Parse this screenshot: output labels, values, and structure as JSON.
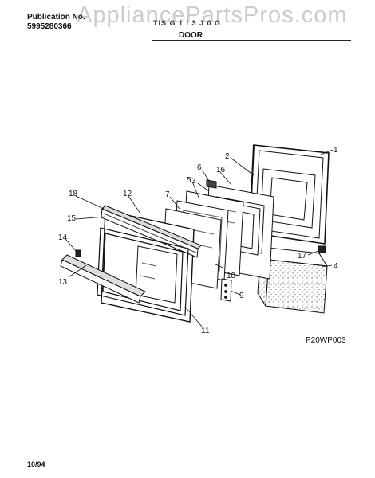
{
  "header": {
    "publication_label": "Publication No.",
    "publication_number": "5995280366",
    "model_text": "TIS G 1 I 3 J 0 G",
    "section_title": "DOOR"
  },
  "watermark": "AppliancePartsPros.com",
  "figure_id": "P20WP003",
  "date": "10/94",
  "callouts": [
    {
      "id": "c1",
      "text": "1"
    },
    {
      "id": "c2",
      "text": "2"
    },
    {
      "id": "c3",
      "text": "3"
    },
    {
      "id": "c4",
      "text": "4"
    },
    {
      "id": "c5",
      "text": "5"
    },
    {
      "id": "c6",
      "text": "6"
    },
    {
      "id": "c7",
      "text": "7"
    },
    {
      "id": "c9",
      "text": "9"
    },
    {
      "id": "c10",
      "text": "10"
    },
    {
      "id": "c11",
      "text": "11"
    },
    {
      "id": "c12",
      "text": "12"
    },
    {
      "id": "c13",
      "text": "13"
    },
    {
      "id": "c14",
      "text": "14"
    },
    {
      "id": "c15",
      "text": "15"
    },
    {
      "id": "c16",
      "text": "16"
    },
    {
      "id": "c17",
      "text": "17"
    },
    {
      "id": "c18",
      "text": "18"
    }
  ]
}
